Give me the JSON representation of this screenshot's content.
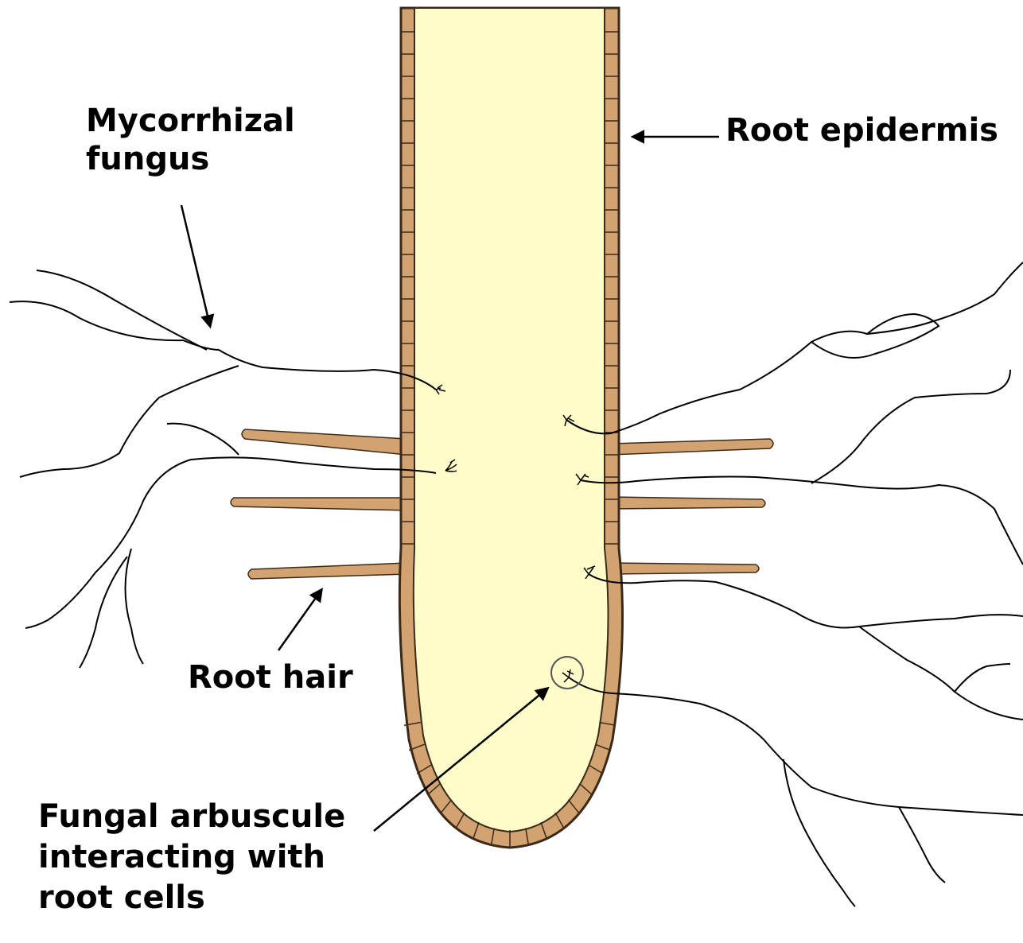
{
  "labels": {
    "mycorrhizal_fungus": [
      "Mycorrhizal",
      "fungus"
    ],
    "root_epidermis": "Root epidermis",
    "root_hair": "Root hair",
    "fungal_arbuscule": [
      "Fungal arbuscule",
      "interacting with",
      "root cells"
    ]
  },
  "colors": {
    "root_interior": "#FEFCC8",
    "epidermis": "#D2A271",
    "hyphae": "#000000",
    "outline": "#3a2a1a"
  }
}
